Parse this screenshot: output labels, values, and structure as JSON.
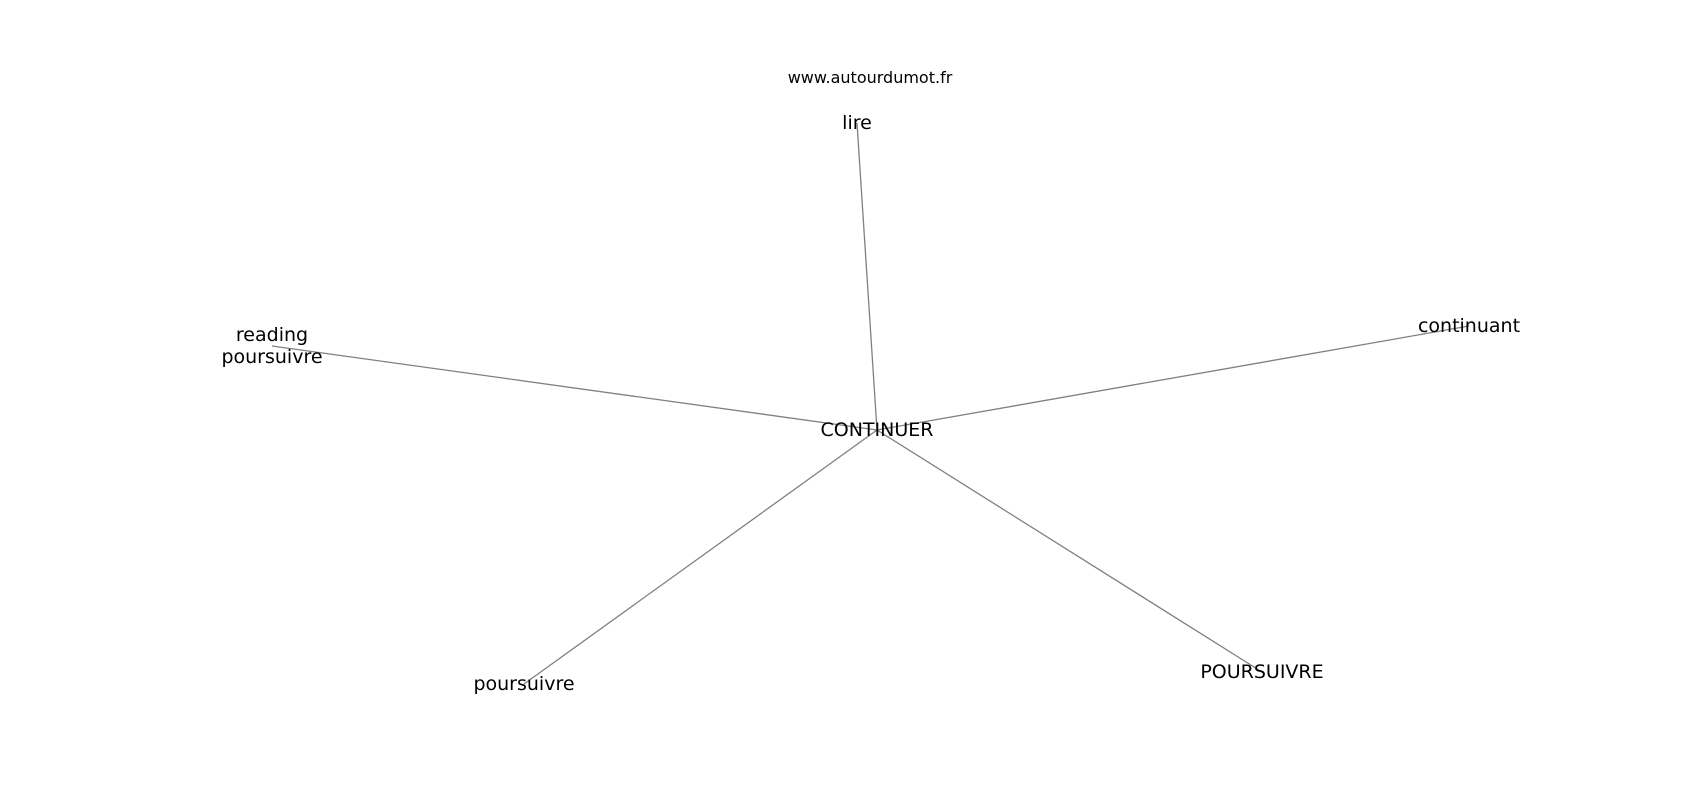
{
  "watermark": "www.autourdumot.fr",
  "graph": {
    "center": "CONTINUER",
    "nodes": [
      {
        "id": "center",
        "lines": [
          "CONTINUER"
        ]
      },
      {
        "id": "lire",
        "lines": [
          "lire"
        ]
      },
      {
        "id": "reading-poursuivre",
        "lines": [
          "reading",
          "poursuivre"
        ]
      },
      {
        "id": "continuant",
        "lines": [
          "continuant"
        ]
      },
      {
        "id": "poursuivre",
        "lines": [
          "poursuivre"
        ]
      },
      {
        "id": "poursuivre-caps",
        "lines": [
          "POURSUIVRE"
        ]
      }
    ],
    "edges": [
      [
        "center",
        "lire"
      ],
      [
        "center",
        "reading-poursuivre"
      ],
      [
        "center",
        "continuant"
      ],
      [
        "center",
        "poursuivre"
      ],
      [
        "center",
        "poursuivre-caps"
      ]
    ]
  }
}
